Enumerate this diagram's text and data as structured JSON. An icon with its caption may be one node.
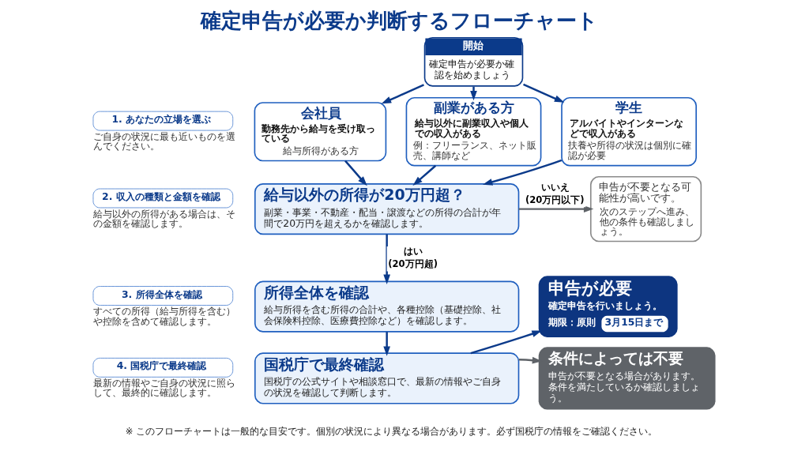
{
  "diagram": {
    "title": "確定申告が必要か判断するフローチャート",
    "nodes": [
      {
        "text": [
          "開始",
          "確定申告が必要か確認を始めましょう"
        ]
      },
      {
        "text": [
          "1. あなたの立場を選ぶ"
        ],
        "beside": [
          "ご自身の状況に最も近いものを選んでください。"
        ]
      },
      {
        "text": [
          "会社員",
          "勤務先から給与を受け取っている",
          "給与所得がある方"
        ]
      },
      {
        "text": [
          "副業がある方",
          "給与以外に副業収入や個人での収入がある",
          "例：フリーランス、ネット販売、講師など"
        ]
      },
      {
        "text": [
          "学生",
          "アルバイトやインターンなどで収入がある",
          "扶養や所得の状況は個別に確認が必要"
        ]
      },
      {
        "text": [
          "2. 収入の種類と金額を確認"
        ],
        "beside": [
          "給与以外の所得がある場合は、その金額を確認します。"
        ]
      },
      {
        "text": [
          "給与以外の所得が20万円超？",
          "副業・事業・不動産・配当・譲渡などの所得の合計が年間で20万円を超えるかを確認します。"
        ]
      },
      {
        "text": [
          "申告が不要となる可能性が高いです。",
          "次のステップへ進み、他の条件も確認しましょう。"
        ]
      },
      {
        "text": [
          "3. 所得全体を確認"
        ],
        "beside": [
          "すべての所得（給与所得を含む）や控除を含めて確認します。"
        ]
      },
      {
        "text": [
          "所得全体を確認",
          "給与所得を含む所得の合計や、各種控除（基礎控除、社会保険料控除、医療費控除など）を確認します。"
        ]
      },
      {
        "text": [
          "申告が必要",
          "確定申告を行いましょう。",
          "期限：原則",
          "3月15日まで"
        ]
      },
      {
        "text": [
          "4. 国税庁で最終確認"
        ],
        "beside": [
          "最新の情報やご自身の状況に照らして、最終的に確認します。"
        ]
      },
      {
        "text": [
          "国税庁で最終確認",
          "国税庁の公式サイトや相談窓口で、最新の情報やご自身の状況を確認して判断します。"
        ]
      },
      {
        "text": [
          "条件によっては不要",
          "申告が不要となる場合があります。条件を満たしているか確認しましょう。"
        ]
      }
    ],
    "edges": [
      {
        "from": 0,
        "to": 2,
        "arrow": "to"
      },
      {
        "from": 0,
        "to": 3,
        "arrow": "to"
      },
      {
        "from": 0,
        "to": 4,
        "arrow": "to"
      },
      {
        "from": 2,
        "to": 6,
        "arrow": "to"
      },
      {
        "from": 3,
        "to": 6,
        "arrow": "to"
      },
      {
        "from": 4,
        "to": 6,
        "arrow": "to"
      },
      {
        "from": 6,
        "to": 7,
        "arrow": "to",
        "label": "いいえ(20万円以下)",
        "color": "#5f6368"
      },
      {
        "from": 6,
        "to": 9,
        "arrow": "to",
        "label": "はい(20万円超)"
      },
      {
        "from": 9,
        "to": 12,
        "arrow": "to"
      },
      {
        "from": 12,
        "to": 10,
        "arrow": "to"
      },
      {
        "from": 12,
        "to": 13,
        "arrow": "to",
        "color": "#5f6368"
      }
    ],
    "labels": [
      "※ このフローチャートは一般的な目安です。個別の状況により異なる場合があります。必ず国税庁の情報をご確認ください。"
    ]
  }
}
